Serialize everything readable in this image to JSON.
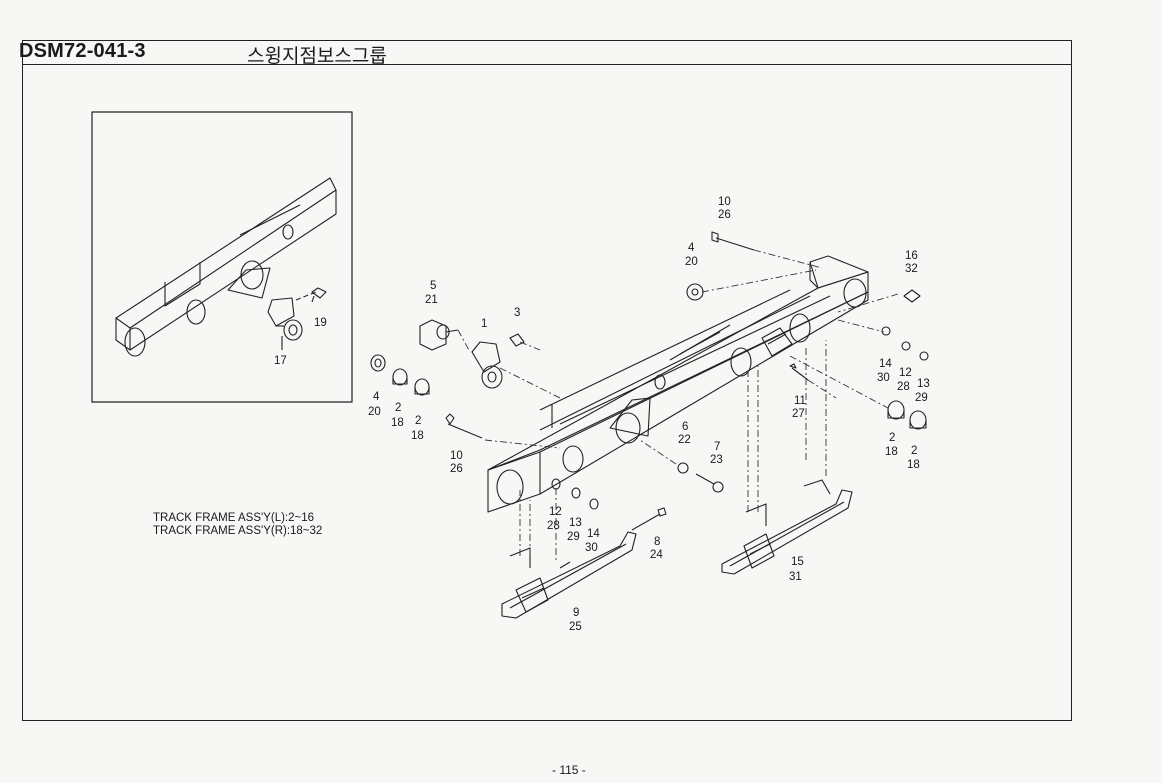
{
  "header": {
    "code": "DSM72-041-3",
    "title": "스윙지점보스그룹"
  },
  "notes": [
    "TRACK FRAME ASS'Y(L):2~16",
    "TRACK FRAME ASS'Y(R):18~32"
  ],
  "callouts": {
    "c19": "19",
    "c17": "17",
    "c5": "5",
    "c21": "21",
    "c1": "1",
    "c3": "3",
    "c4a": "4",
    "c20a": "20",
    "c2a": "2",
    "c18a": "18",
    "c2b": "2",
    "c18b": "18",
    "c10a": "10",
    "c26a": "26",
    "c4b": "4",
    "c20b": "20",
    "c10b": "10",
    "c26b": "26",
    "c16": "16",
    "c32": "32",
    "c14a": "14",
    "c30a": "30",
    "c12a": "12",
    "c28a": "28",
    "c13a": "13",
    "c29a": "29",
    "c11": "11",
    "c27": "27",
    "c2c": "2",
    "c18c": "18",
    "c2d": "2",
    "c18d": "18",
    "c6": "6",
    "c22": "22",
    "c7": "7",
    "c23": "23",
    "c12b": "12",
    "c28b": "28",
    "c13b": "13",
    "c29b": "29",
    "c14b": "14",
    "c30b": "30",
    "c8": "8",
    "c24": "24",
    "c9": "9",
    "c25": "25",
    "c15": "15",
    "c31": "31"
  },
  "footer": {
    "page": "- 115 -"
  }
}
